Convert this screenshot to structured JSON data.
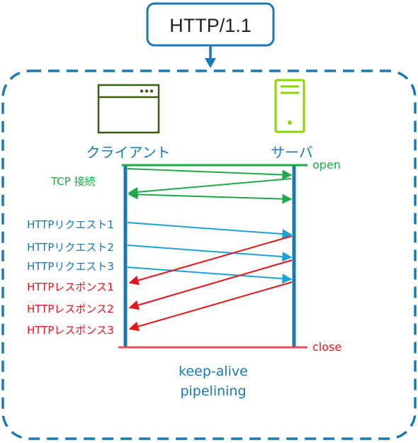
{
  "title": "HTTP/1.1",
  "client_label": "クライアント",
  "server_label": "サーバ",
  "open_label": "open",
  "close_label": "close",
  "tcp_label": "TCP 接続",
  "requests": [
    "HTTPリクエスト1",
    "HTTPリクエスト2",
    "HTTPリクエスト3"
  ],
  "responses": [
    "HTTPレスポンス1",
    "HTTPレスポンス2",
    "HTTPレスポンス3"
  ],
  "footer": [
    "keep-alive",
    "pipelining"
  ],
  "colors": {
    "blue": "#1a78b3",
    "green": "#20a84a",
    "red": "#e8141b",
    "dark_green": "#3b5a12",
    "server_green": "#8fd600",
    "request_blue": "#1ba3d8"
  },
  "icons": {
    "client": "browser-window-icon",
    "server": "server-tower-icon"
  }
}
